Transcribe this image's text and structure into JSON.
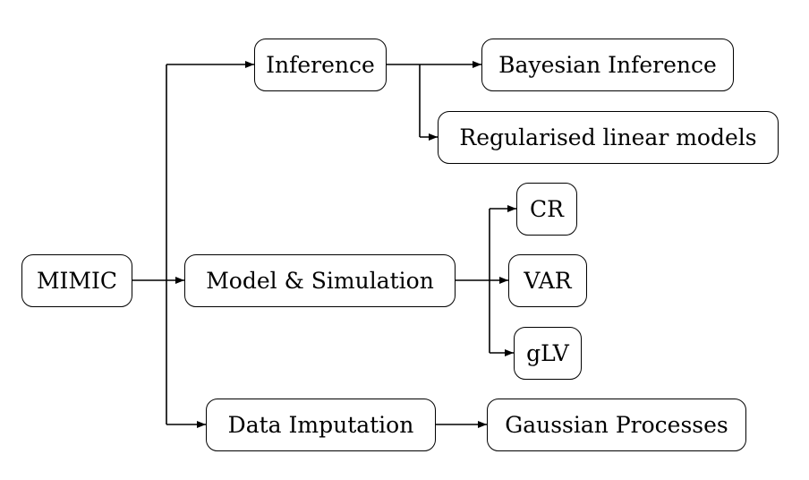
{
  "diagram": {
    "nodes": {
      "root": "MIMIC",
      "inference": "Inference",
      "bayesian": "Bayesian Inference",
      "regularised": "Regularised linear models",
      "model_sim": "Model & Simulation",
      "cr": "CR",
      "var": "VAR",
      "glv": "gLV",
      "imputation": "Data Imputation",
      "gaussian": "Gaussian Processes"
    }
  }
}
